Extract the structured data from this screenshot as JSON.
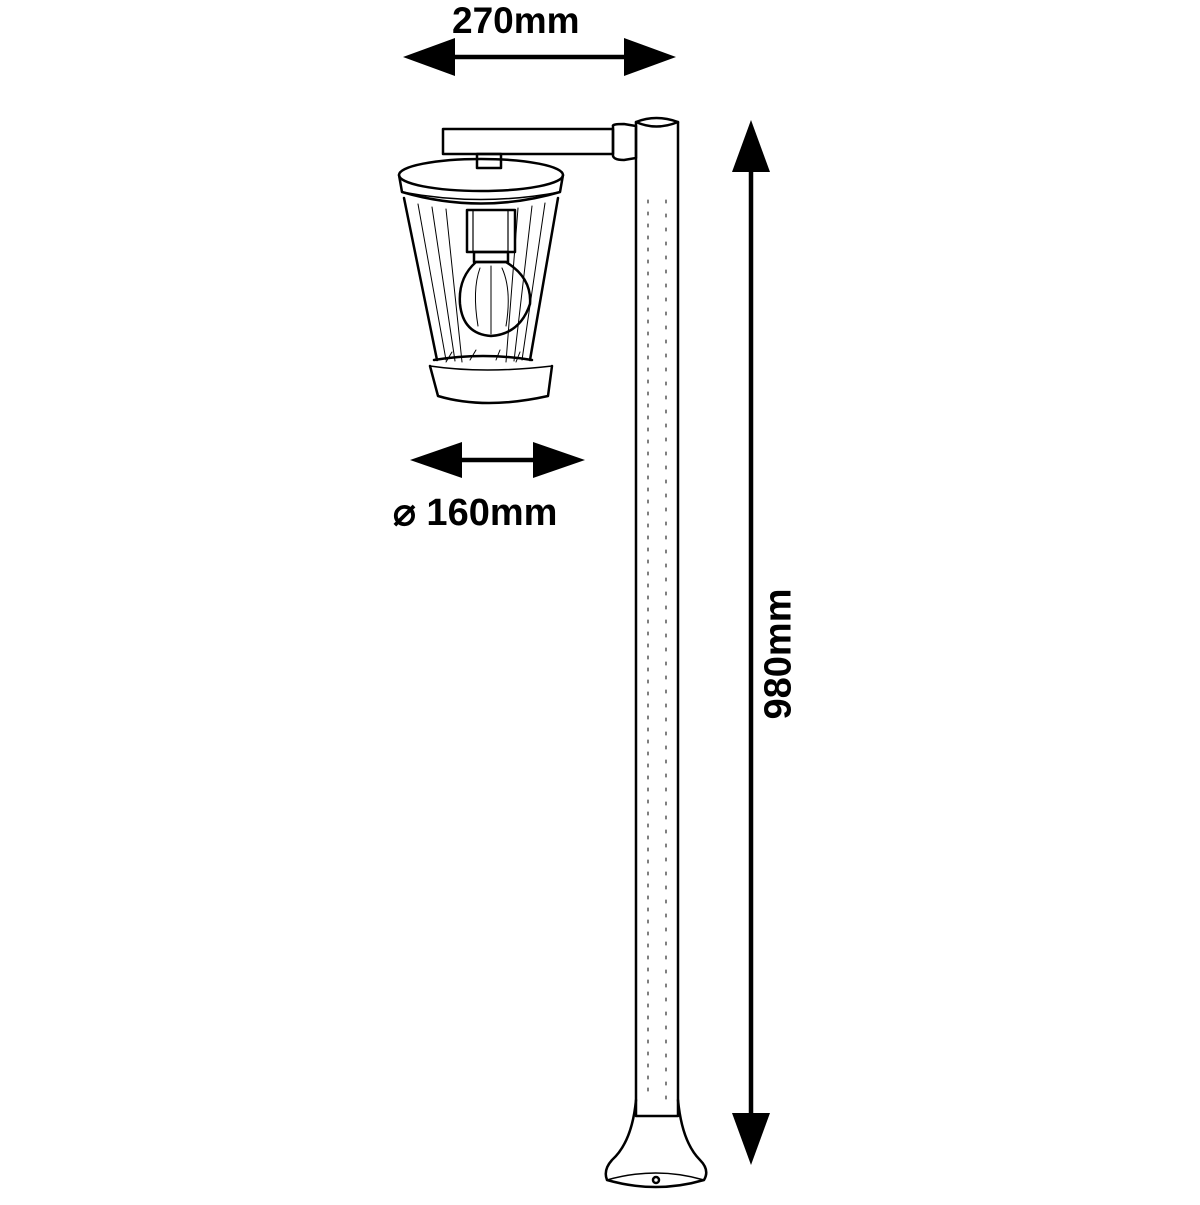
{
  "dimensions": {
    "width": "270mm",
    "diameter": "⌀ 160mm",
    "height": "980mm"
  },
  "colors": {
    "line": "#000000",
    "background": "#ffffff"
  }
}
